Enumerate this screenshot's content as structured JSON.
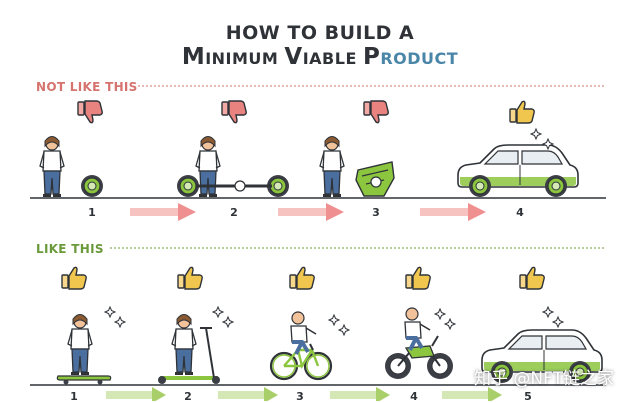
{
  "title": {
    "line1": "HOW TO BUILD A",
    "line2": [
      {
        "text": "M",
        "style": "cap",
        "color": "#2f3338"
      },
      {
        "text": "INIMUM ",
        "style": "sm",
        "color": "#2f3338"
      },
      {
        "text": "V",
        "style": "cap",
        "color": "#2f3338"
      },
      {
        "text": "IABLE ",
        "style": "sm",
        "color": "#2f3338"
      },
      {
        "text": "P",
        "style": "cap",
        "color": "#2f3338"
      },
      {
        "text": "RODUCT",
        "style": "sm",
        "color": "#4a86a8"
      }
    ]
  },
  "sections": {
    "not_like": {
      "label": "NOT LIKE THIS",
      "color": "#d6736e"
    },
    "like": {
      "label": "LIKE THIS",
      "color": "#6b9a3b"
    }
  },
  "steps": [
    "1",
    "2",
    "3",
    "4",
    "5"
  ],
  "not_like_steps": [
    {
      "number": "1",
      "item": "wheel",
      "rating": "thumbs-down"
    },
    {
      "number": "2",
      "item": "axle-with-wheels",
      "rating": "thumbs-down"
    },
    {
      "number": "3",
      "item": "car-parts",
      "rating": "thumbs-down"
    },
    {
      "number": "4",
      "item": "car",
      "rating": "thumbs-up"
    }
  ],
  "like_steps": [
    {
      "number": "1",
      "item": "skateboard",
      "rating": "thumbs-up"
    },
    {
      "number": "2",
      "item": "scooter",
      "rating": "thumbs-up"
    },
    {
      "number": "3",
      "item": "bicycle",
      "rating": "thumbs-up"
    },
    {
      "number": "4",
      "item": "motorcycle",
      "rating": "thumbs-up"
    },
    {
      "number": "5",
      "item": "car",
      "rating": "thumbs-up"
    }
  ],
  "watermark": "知乎 @NFT链之家",
  "colors": {
    "ink": "#2f3338",
    "accent_green": "#8cc63f",
    "arrow_red": "#f08f8f",
    "arrow_green": "#a9cf6a",
    "thumb_down": "#e8837f",
    "thumb_up": "#f0c64e"
  }
}
